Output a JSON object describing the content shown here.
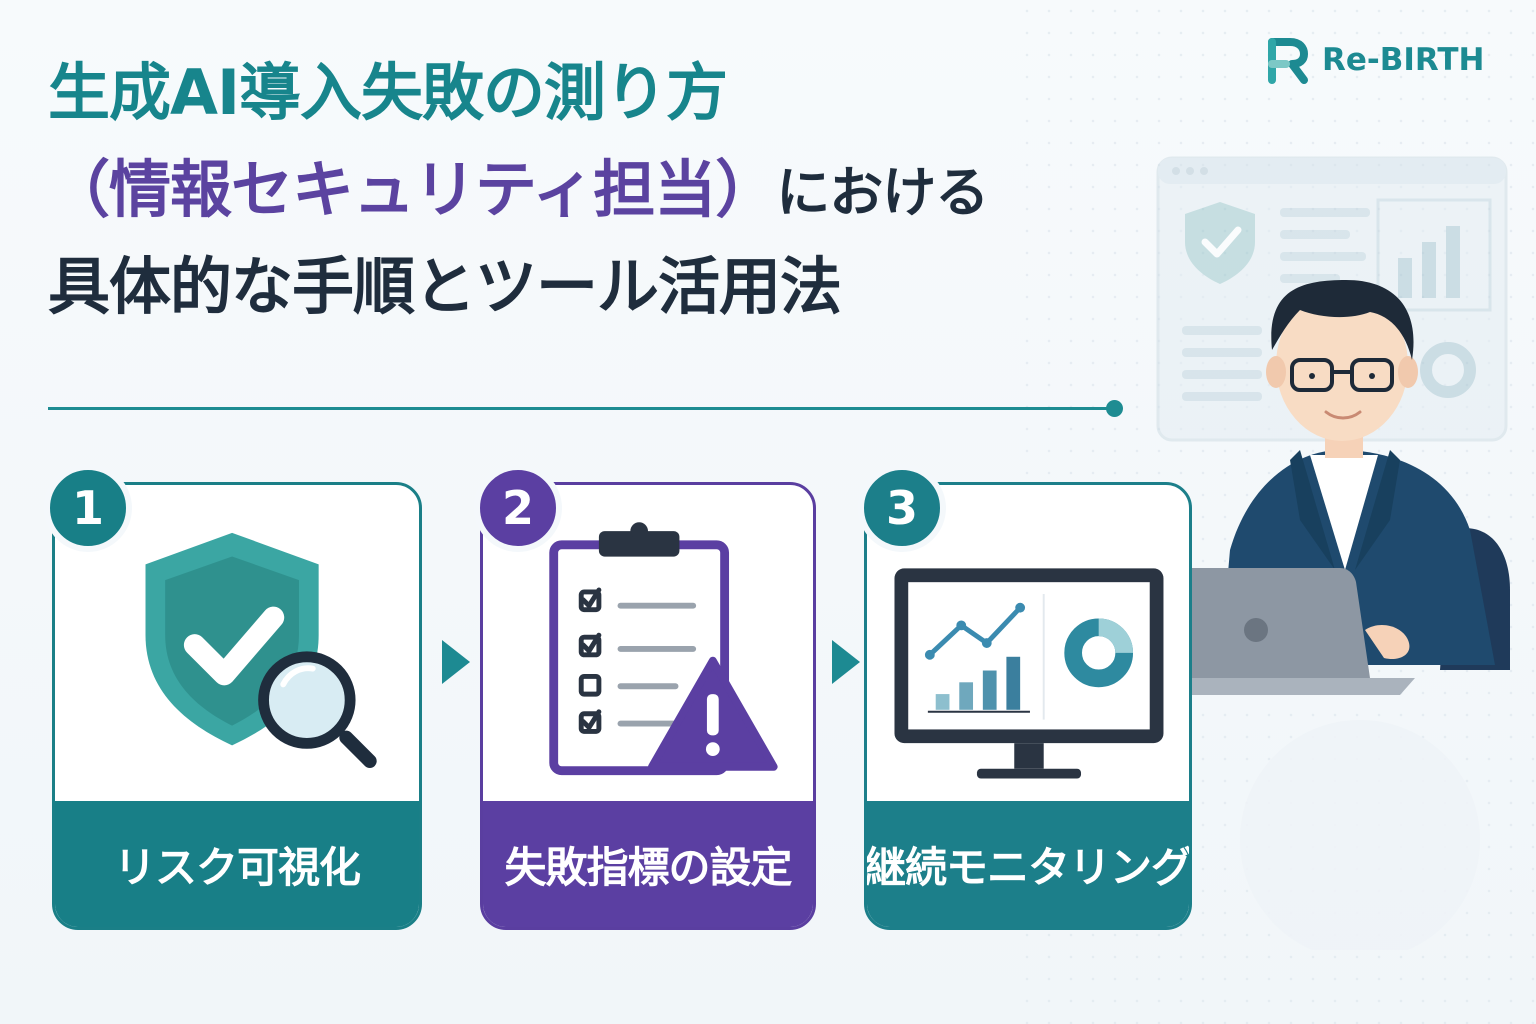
{
  "brand": {
    "name": "Re-BIRTH",
    "color": "#1c8a92"
  },
  "title": {
    "line1": "生成AI導入失敗の測り方",
    "line2_highlight": "（情報セキュリティ担当）",
    "line2_rest": "における",
    "line3": "具体的な手順とツール活用法"
  },
  "steps": [
    {
      "number": "1",
      "label": "リスク可視化",
      "icon": "shield-check-magnifier-icon",
      "color": "#187f87"
    },
    {
      "number": "2",
      "label": "失敗指標の設定",
      "icon": "clipboard-warning-icon",
      "color": "#5b3fa2"
    },
    {
      "number": "3",
      "label": "継続モニタリング",
      "icon": "monitor-dashboard-icon",
      "color": "#1c7f8a"
    }
  ],
  "colors": {
    "teal": "#187f87",
    "purple": "#5b3fa2",
    "dark": "#1f2d3d",
    "navy": "#1f3a5a"
  }
}
